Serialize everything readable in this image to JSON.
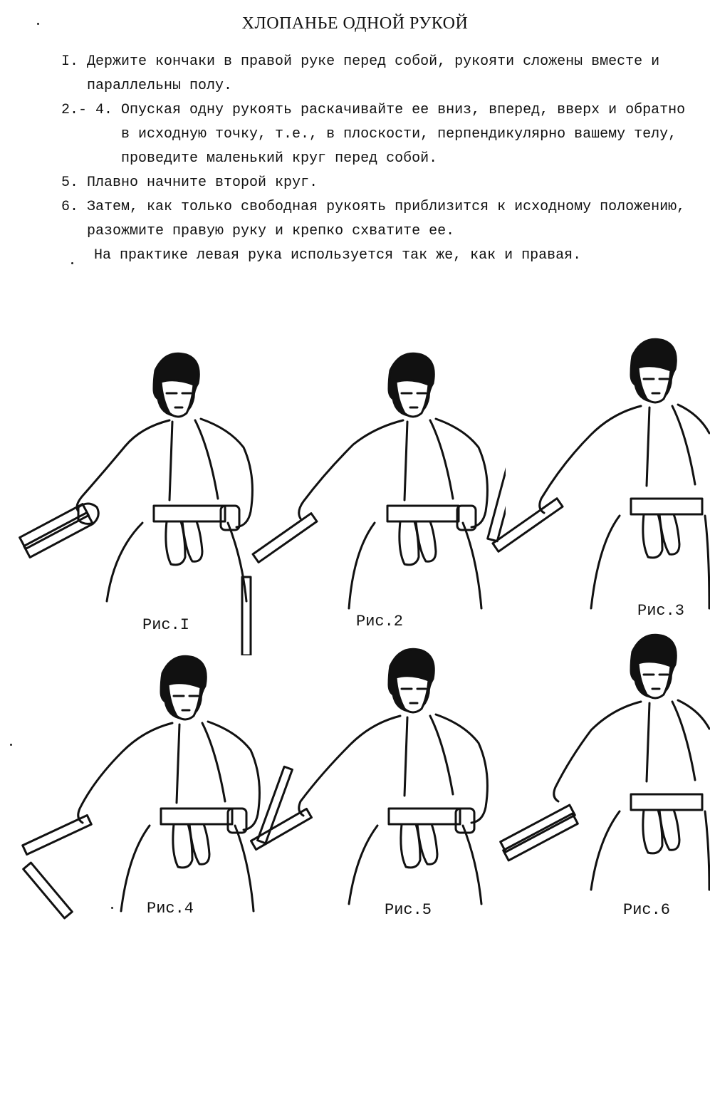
{
  "title": "ХЛОПАНЬЕ ОДНОЙ РУКОЙ",
  "steps": [
    {
      "num": "I. ",
      "text": "Держите кончаки в правой руке перед собой, рукояти сложены вместе и параллельны полу."
    },
    {
      "num": "2.- 4. ",
      "text": "Опуская одну рукоять раскачивайте ее вниз, вперед, вверх и обратно в исходную точку, т.е., в плоскости, перпендикулярно вашему телу, проведите маленький круг перед собой."
    },
    {
      "num": "5. ",
      "text": "Плавно начните второй круг."
    },
    {
      "num": "6. ",
      "text": "Затем, как только свободная рукоять приблизится к исходному положению, разожмите правую руку и крепко схватите ее."
    }
  ],
  "note": "На практике левая рука используется так же, как и правая.",
  "figures": [
    {
      "caption": "Рис.I",
      "nunchaku": "together-horizontal"
    },
    {
      "caption": "Рис.2",
      "nunchaku": "hanging-down"
    },
    {
      "caption": "Рис.3",
      "nunchaku": "swung-up"
    },
    {
      "caption": "Рис.4",
      "nunchaku": "swung-forward-down"
    },
    {
      "caption": "Рис.5",
      "nunchaku": "swung-up-vertical"
    },
    {
      "caption": "Рис.6",
      "nunchaku": "caught-together"
    }
  ]
}
